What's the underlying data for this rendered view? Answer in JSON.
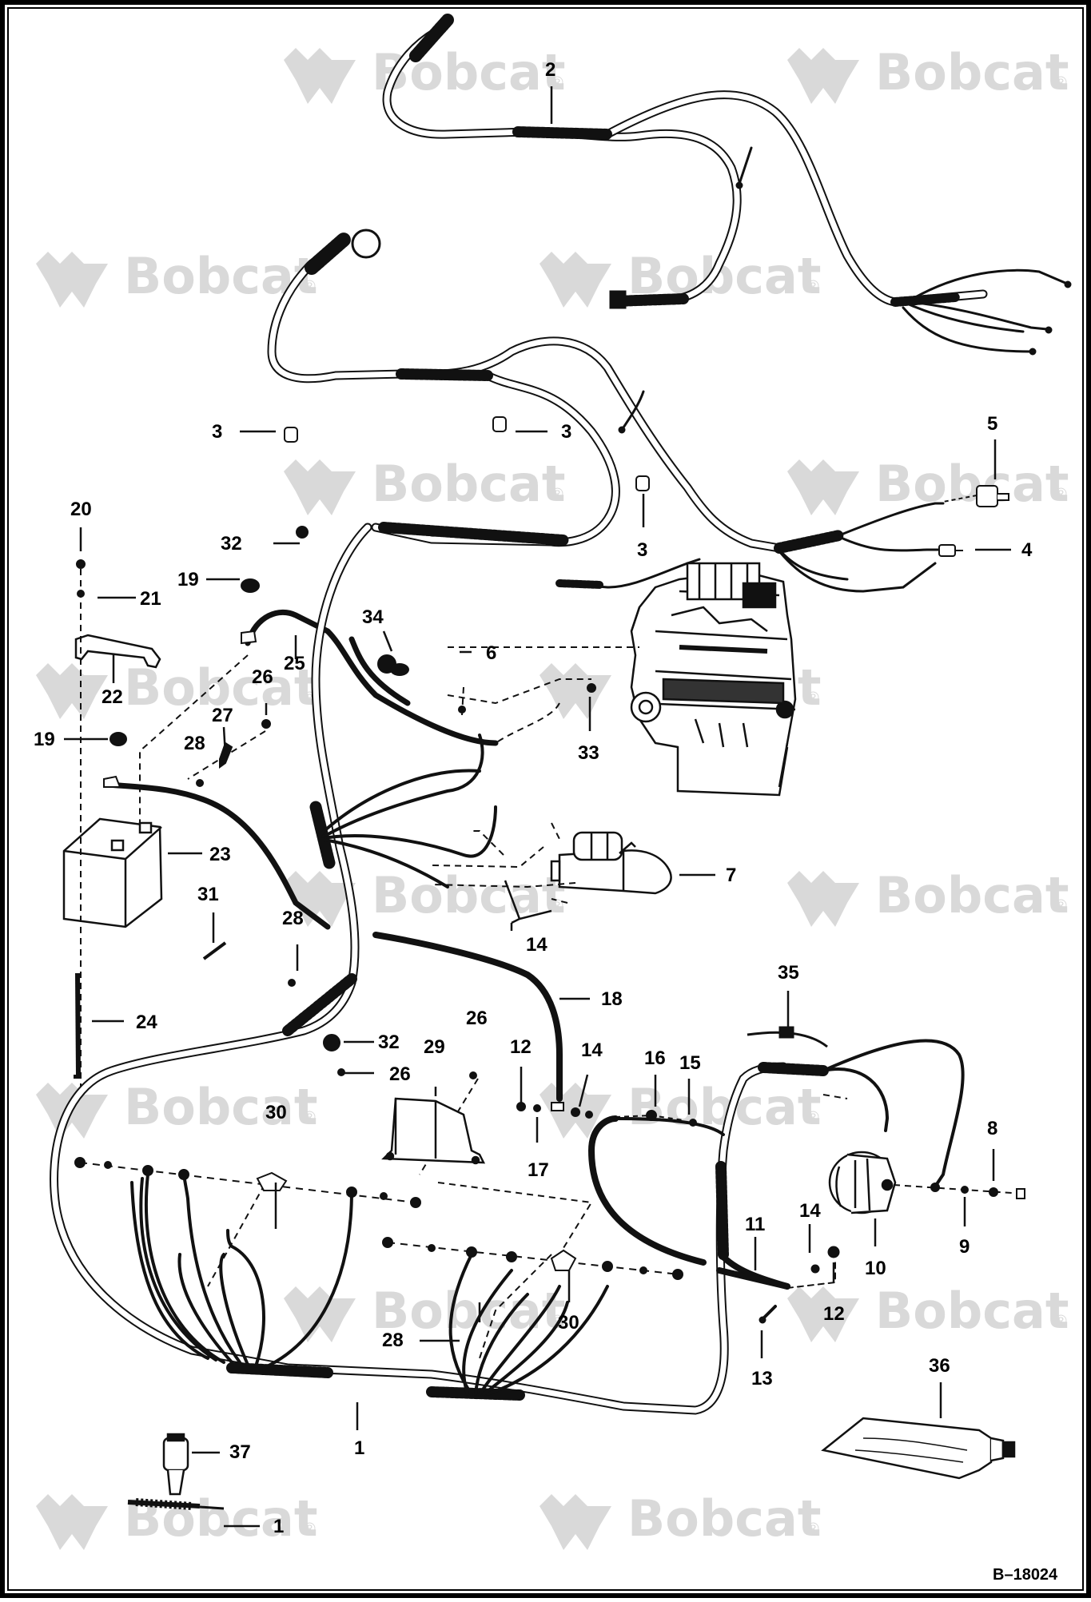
{
  "drawing_id": "B–18024",
  "watermark": {
    "text": "Bobcat",
    "mark": "®",
    "color": "#d6d6d6"
  },
  "callouts": {
    "c1a": "1",
    "c1b": "1",
    "c2": "2",
    "c3a": "3",
    "c3b": "3",
    "c3c": "3",
    "c4": "4",
    "c5": "5",
    "c6": "6",
    "c7": "7",
    "c8": "8",
    "c9": "9",
    "c10": "10",
    "c11": "11",
    "c12a": "12",
    "c12b": "12",
    "c13": "13",
    "c14a": "14",
    "c14b": "14",
    "c14c": "14",
    "c15": "15",
    "c16": "16",
    "c17": "17",
    "c18": "18",
    "c19a": "19",
    "c19b": "19",
    "c20": "20",
    "c21": "21",
    "c22": "22",
    "c23": "23",
    "c24": "24",
    "c25": "25",
    "c26a": "26",
    "c26b": "26",
    "c26c": "26",
    "c27": "27",
    "c28a": "28",
    "c28b": "28",
    "c28c": "28",
    "c29": "29",
    "c30a": "30",
    "c30b": "30",
    "c31": "31",
    "c32a": "32",
    "c32b": "32",
    "c33": "33",
    "c34": "34",
    "c35": "35",
    "c36": "36",
    "c37": "37"
  },
  "colors": {
    "line": "#111111",
    "cable_fill": "#ffffff",
    "frame": "#000000"
  }
}
